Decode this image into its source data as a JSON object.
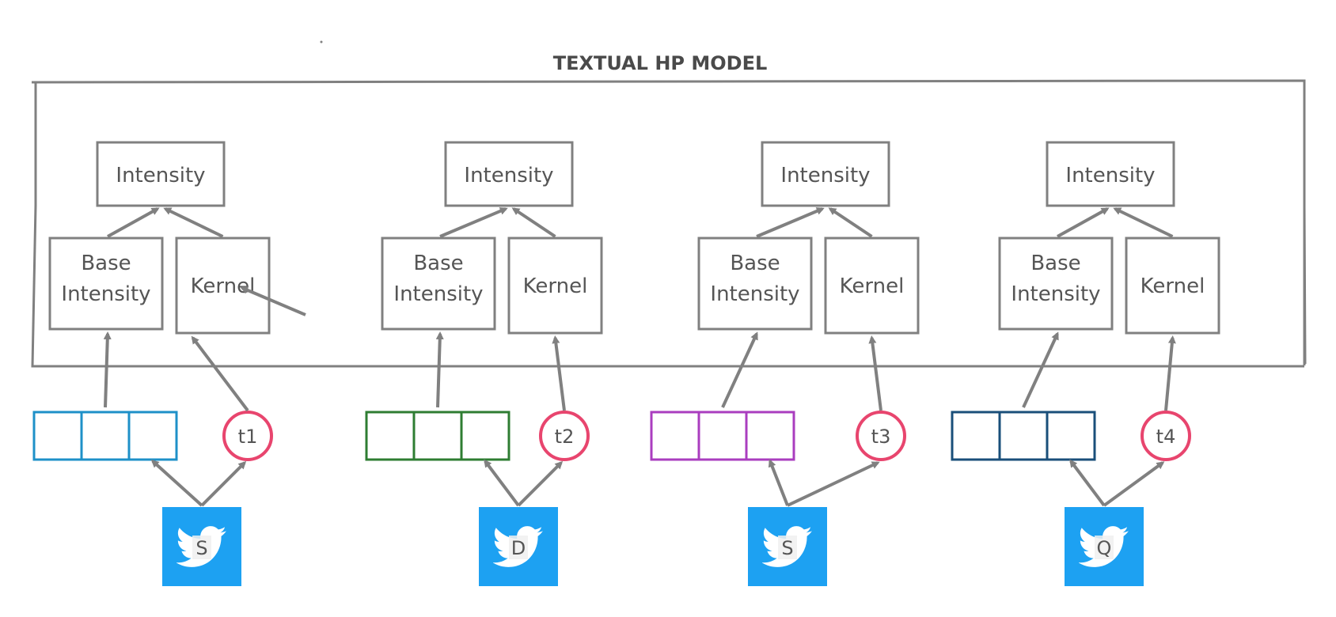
{
  "diagram": {
    "title": "TEXTUAL HP MODEL",
    "groups": [
      {
        "intensity": "Intensity",
        "base_line1": "Base",
        "base_line2": "Intensity",
        "kernel": "Kernel",
        "time": "t1",
        "user": "S",
        "vector_color": "#1e90c8"
      },
      {
        "intensity": "Intensity",
        "base_line1": "Base",
        "base_line2": "Intensity",
        "kernel": "Kernel",
        "time": "t2",
        "user": "D",
        "vector_color": "#2e7d32"
      },
      {
        "intensity": "Intensity",
        "base_line1": "Base",
        "base_line2": "Intensity",
        "kernel": "Kernel",
        "time": "t3",
        "user": "S",
        "vector_color": "#aa3dbf"
      },
      {
        "intensity": "Intensity",
        "base_line1": "Base",
        "base_line2": "Intensity",
        "kernel": "Kernel",
        "time": "t4",
        "user": "Q",
        "vector_color": "#1a4f7a"
      }
    ],
    "colors": {
      "stroke": "#808080",
      "time_circle": "#e8456e",
      "tweet_tile": "#1da1f2"
    },
    "icons": {
      "tweet": "bird-icon"
    }
  }
}
